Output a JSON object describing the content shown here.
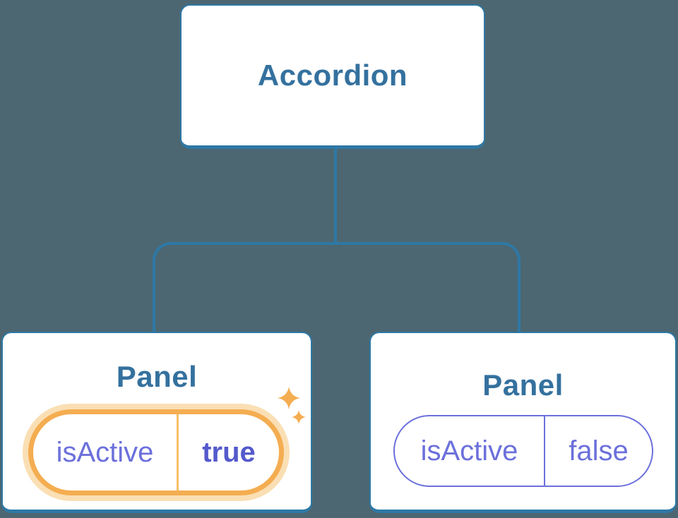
{
  "diagram": {
    "root": {
      "label": "Accordion"
    },
    "panels": [
      {
        "label": "Panel",
        "state_name": "isActive",
        "state_value": "true",
        "highlighted": true
      },
      {
        "label": "Panel",
        "state_name": "isActive",
        "state_value": "false",
        "highlighted": false
      }
    ]
  },
  "icons": {
    "sparkles": "sparkles-icon"
  },
  "colors": {
    "background": "#4C6771",
    "connector": "#2E78A6",
    "node-border": "#2E78A6",
    "heading-text": "#35719F",
    "state-text": "#6B70DB",
    "state-value-active": "#5459CB",
    "highlight": "#F5AD51",
    "highlight-glow": "#FBDFB4",
    "highlight-divider": "#F8BE68"
  }
}
